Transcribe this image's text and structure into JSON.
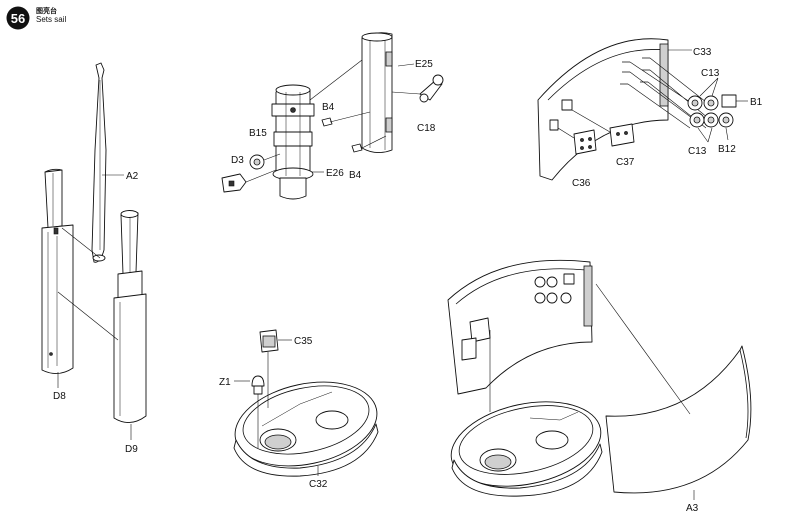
{
  "step": {
    "number": "56",
    "title_cn": "图亮台",
    "title_en": "Sets sail"
  },
  "labels": {
    "a2": "A2",
    "d8": "D8",
    "d9": "D9",
    "e25": "E25",
    "b4_top": "B4",
    "b15": "B15",
    "c18": "C18",
    "d3": "D3",
    "e26": "E26",
    "b4_bottom": "B4",
    "c33": "C33",
    "c13_top": "C13",
    "b1": "B1",
    "c13_bottom": "C13",
    "b12": "B12",
    "c37": "C37",
    "c36": "C36",
    "c35": "C35",
    "z1": "Z1",
    "c32": "C32",
    "a3": "A3"
  }
}
